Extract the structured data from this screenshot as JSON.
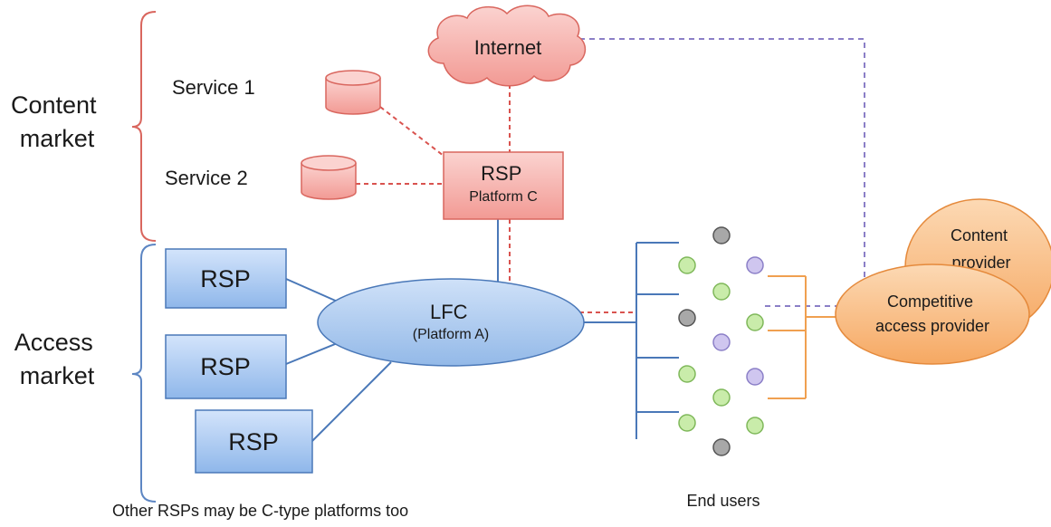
{
  "labels": {
    "content_market": [
      "Content",
      "market"
    ],
    "access_market": [
      "Access",
      "market"
    ],
    "service1": "Service 1",
    "service2": "Service 2",
    "internet": "Internet",
    "rsp_platform_c": [
      "RSP",
      "Platform C"
    ],
    "rsp": "RSP",
    "lfc": [
      "LFC",
      "(Platform A)"
    ],
    "content_provider": [
      "Content",
      "provider"
    ],
    "competitive_access_provider": [
      "Competitive",
      "access provider"
    ],
    "end_users": "End users",
    "footnote": "Other RSPs may be C-type platforms too"
  },
  "colors": {
    "bracket": "#d9665e",
    "bracket_access": "#5d86c3",
    "red_dash": "#d9534f",
    "purple_dash": "#8b7fc7",
    "blue_line": "#4a78b8",
    "orange_line": "#f0a050",
    "node_green": "#c9ecaa",
    "node_purple": "#cfc6ef",
    "node_gray": "#a8a8a8"
  }
}
